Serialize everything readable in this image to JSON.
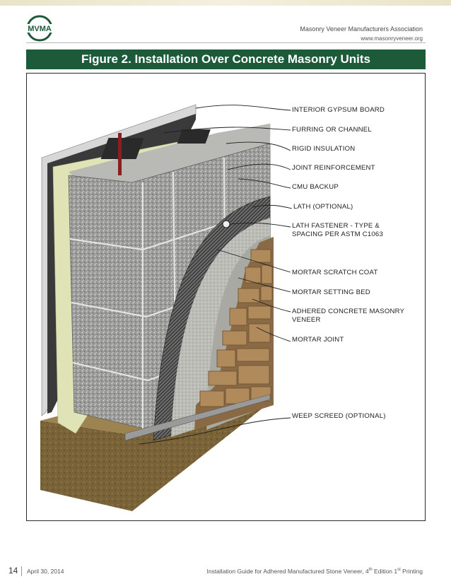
{
  "header": {
    "logo_text": "MVMA",
    "association": "Masonry Veneer Manufacturers Association",
    "url": "www.masonryveneer.org"
  },
  "figure": {
    "title": "Figure 2.  Installation Over Concrete Masonry Units",
    "labels": [
      "INTERIOR GYPSUM BOARD",
      "FURRING OR CHANNEL",
      "RIGID INSULATION",
      "JOINT REINFORCEMENT",
      "CMU BACKUP",
      "LATH (OPTIONAL)",
      "LATH FASTENER - TYPE &",
      "SPACING PER ASTM C1063",
      "MORTAR SCRATCH COAT",
      "MORTAR SETTING BED",
      "ADHERED CONCRETE MASONRY",
      "VENEER",
      "MORTAR JOINT",
      "WEEP SCREED (OPTIONAL)"
    ]
  },
  "footer": {
    "page": "14",
    "date": "April 30, 2014",
    "guide_before": "Installation Guide for Adhered Manufactured Stone Veneer, 4",
    "sup1": "th",
    "guide_mid": " Edition 1",
    "sup2": "st",
    "guide_after": " Printing"
  }
}
